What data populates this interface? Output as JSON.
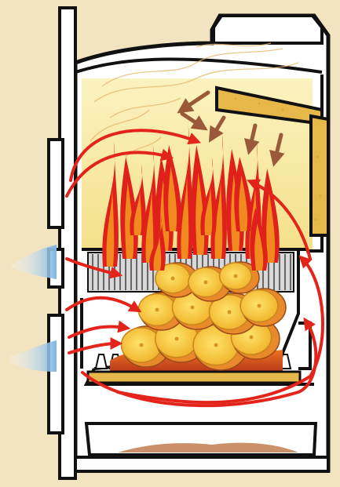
{
  "diagram": {
    "subject": "wood-stove-cutaway",
    "colors": {
      "background": "#f2e3c1",
      "stove_outline": "#111111",
      "stove_body": "#ffffff",
      "firebox_glow": "#f7ecaa",
      "insulation": "#e6b84a",
      "flame_red": "#e0201a",
      "flame_orange": "#f08a1e",
      "flame_yellow": "#ffd233",
      "log_yellow": "#f6c93c",
      "log_orange": "#e88a2a",
      "ember": "#d9541e",
      "air_blue": "#8fc3e8",
      "arrow_red": "#e3241b",
      "arrow_brown": "#9a5a3a",
      "ash": "#c9906a"
    },
    "components": [
      "stove-body",
      "chimney-collar",
      "secondary-baffle",
      "upper-combustion-chamber",
      "grate",
      "log-pile",
      "ember-bed",
      "ash-pan",
      "primary-air-inlet",
      "secondary-air-inlet"
    ],
    "air_inlets": 2,
    "logs": 11,
    "flames": 16
  }
}
